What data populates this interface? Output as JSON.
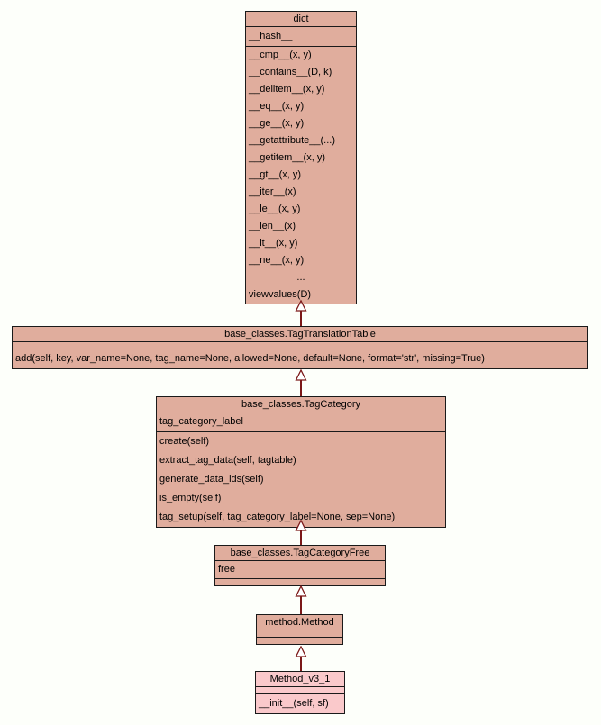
{
  "diagram": {
    "background_color": "#fdfffa",
    "box_fill_color": "#e0ad9d",
    "box_fill_light_color": "#fac9cb",
    "border_color": "#1a1a1a",
    "arrow_color": "#7b1818",
    "classes": [
      {
        "name": "dict",
        "attributes": [
          "__hash__"
        ],
        "methods": [
          "__cmp__(x, y)",
          "__contains__(D, k)",
          "__delitem__(x, y)",
          "__eq__(x, y)",
          "__ge__(x, y)",
          "__getattribute__(...)",
          "__getitem__(x, y)",
          "__gt__(x, y)",
          "__iter__(x)",
          "__le__(x, y)",
          "__len__(x)",
          "__lt__(x, y)",
          "__ne__(x, y)",
          "...",
          "viewvalues(D)"
        ]
      },
      {
        "name": "base_classes.TagTranslationTable",
        "attributes": [],
        "methods": [
          "add(self, key, var_name=None, tag_name=None, allowed=None, default=None, format='str', missing=True)"
        ]
      },
      {
        "name": "base_classes.TagCategory",
        "attributes": [
          "tag_category_label"
        ],
        "methods": [
          "create(self)",
          "extract_tag_data(self, tagtable)",
          "generate_data_ids(self)",
          "is_empty(self)",
          "tag_setup(self, tag_category_label=None, sep=None)"
        ]
      },
      {
        "name": "base_classes.TagCategoryFree",
        "attributes": [
          "free"
        ],
        "methods": []
      },
      {
        "name": "method.Method",
        "attributes": [],
        "methods": []
      },
      {
        "name": "Method_v3_1",
        "attributes": [],
        "methods": [
          "__init__(self, sf)"
        ]
      }
    ],
    "relations": [
      {
        "type": "inheritance",
        "from": "base_classes.TagTranslationTable",
        "to": "dict"
      },
      {
        "type": "inheritance",
        "from": "base_classes.TagCategory",
        "to": "base_classes.TagTranslationTable"
      },
      {
        "type": "inheritance",
        "from": "base_classes.TagCategoryFree",
        "to": "base_classes.TagCategory"
      },
      {
        "type": "inheritance",
        "from": "method.Method",
        "to": "base_classes.TagCategoryFree"
      },
      {
        "type": "inheritance",
        "from": "Method_v3_1",
        "to": "method.Method"
      }
    ]
  }
}
